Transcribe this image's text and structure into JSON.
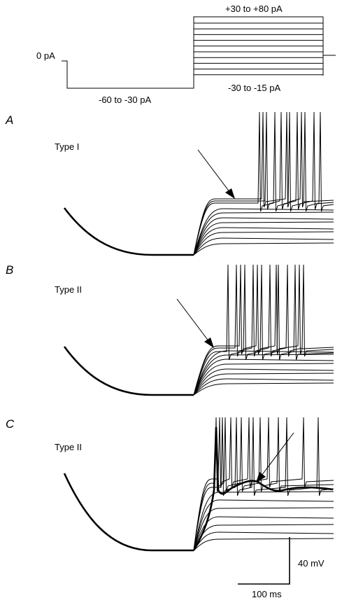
{
  "stimulus": {
    "zero_label": "0 pA",
    "hyper_label": "-60 to -30 pA",
    "depol_high_label": "+30 to +80 pA",
    "depol_low_label": "-30 to -15 pA"
  },
  "panels": [
    {
      "letter": "A",
      "type_label": "Type I"
    },
    {
      "letter": "B",
      "type_label": "Type II"
    },
    {
      "letter": "C",
      "type_label": "Type II"
    }
  ],
  "scale_bar": {
    "voltage_label": "40 mV",
    "time_label": "100 ms"
  }
}
